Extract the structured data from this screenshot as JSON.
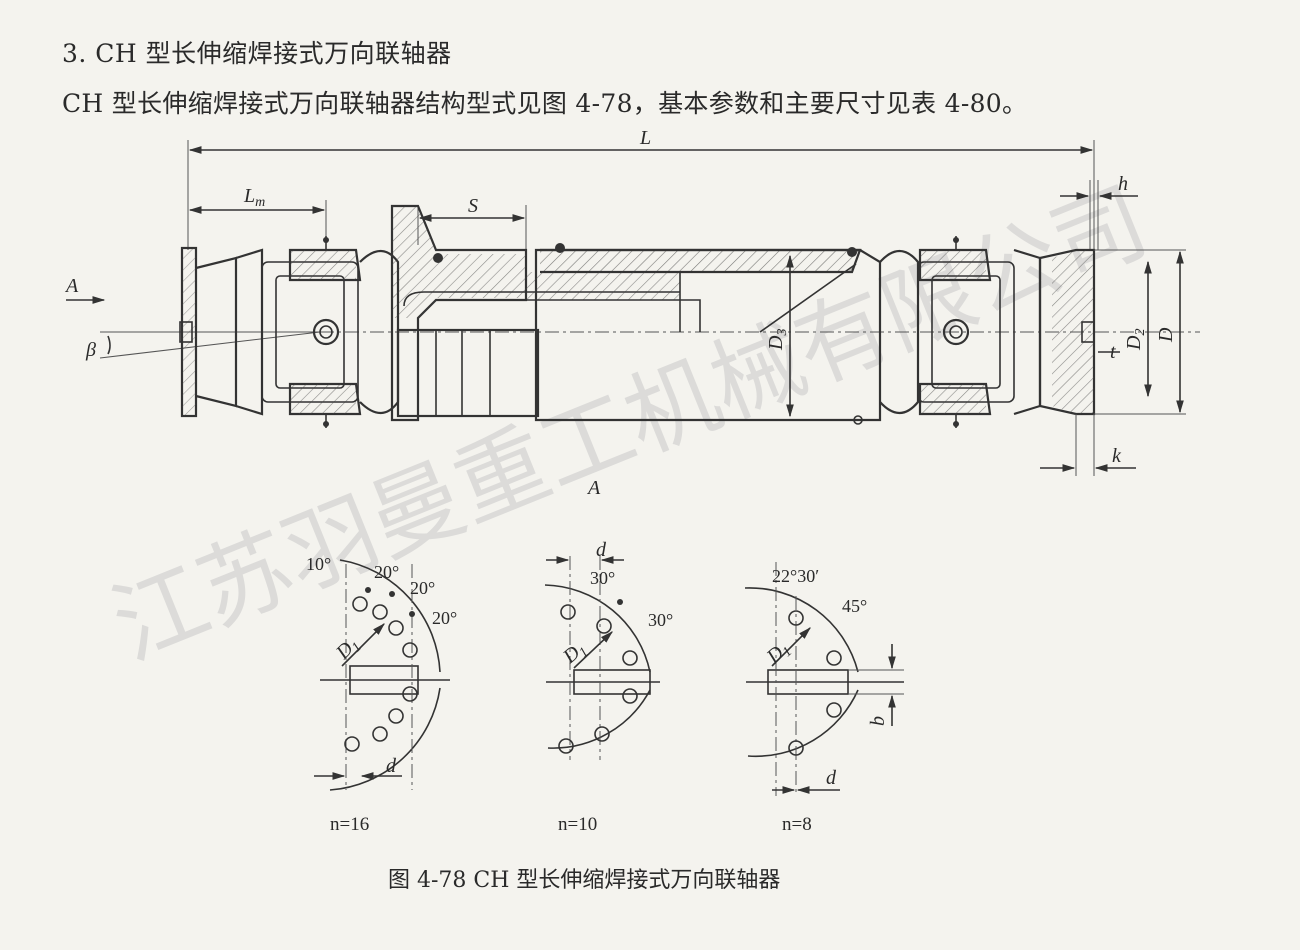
{
  "heading": "3. CH 型长伸缩焊接式万向联轴器",
  "intro": "CH 型长伸缩焊接式万向联轴器结构型式见图 4-78，基本参数和主要尺寸见表 4-80。",
  "drawing": {
    "dim_L": "L",
    "dim_Lm": "L",
    "dim_Lm_sub": "m",
    "dim_S": "S",
    "dim_h": "h",
    "dim_A_arrow": "A",
    "dim_beta": "β",
    "dim_D3": "D",
    "dim_D3_sub": "3",
    "dim_D2": "D",
    "dim_D2_sub": "2",
    "dim_D": "D",
    "dim_t": "t",
    "dim_k": "k",
    "section_A": "A"
  },
  "flange_views": [
    {
      "count_label": "n=16",
      "angles": [
        "10°",
        "20°",
        "20°",
        "20°"
      ],
      "d1": "D",
      "d1_sub": "1",
      "d": "d"
    },
    {
      "count_label": "n=10",
      "angles": [
        "30°",
        "30°"
      ],
      "d1": "D",
      "d1_sub": "1",
      "d": "d"
    },
    {
      "count_label": "n=8",
      "angles": [
        "22°30′",
        "45°"
      ],
      "d1": "D",
      "d1_sub": "1",
      "d": "d",
      "b": "b"
    }
  ],
  "caption": "图 4-78    CH 型长伸缩焊接式万向联轴器",
  "watermark": "江苏羽曼重工机械有限公司"
}
